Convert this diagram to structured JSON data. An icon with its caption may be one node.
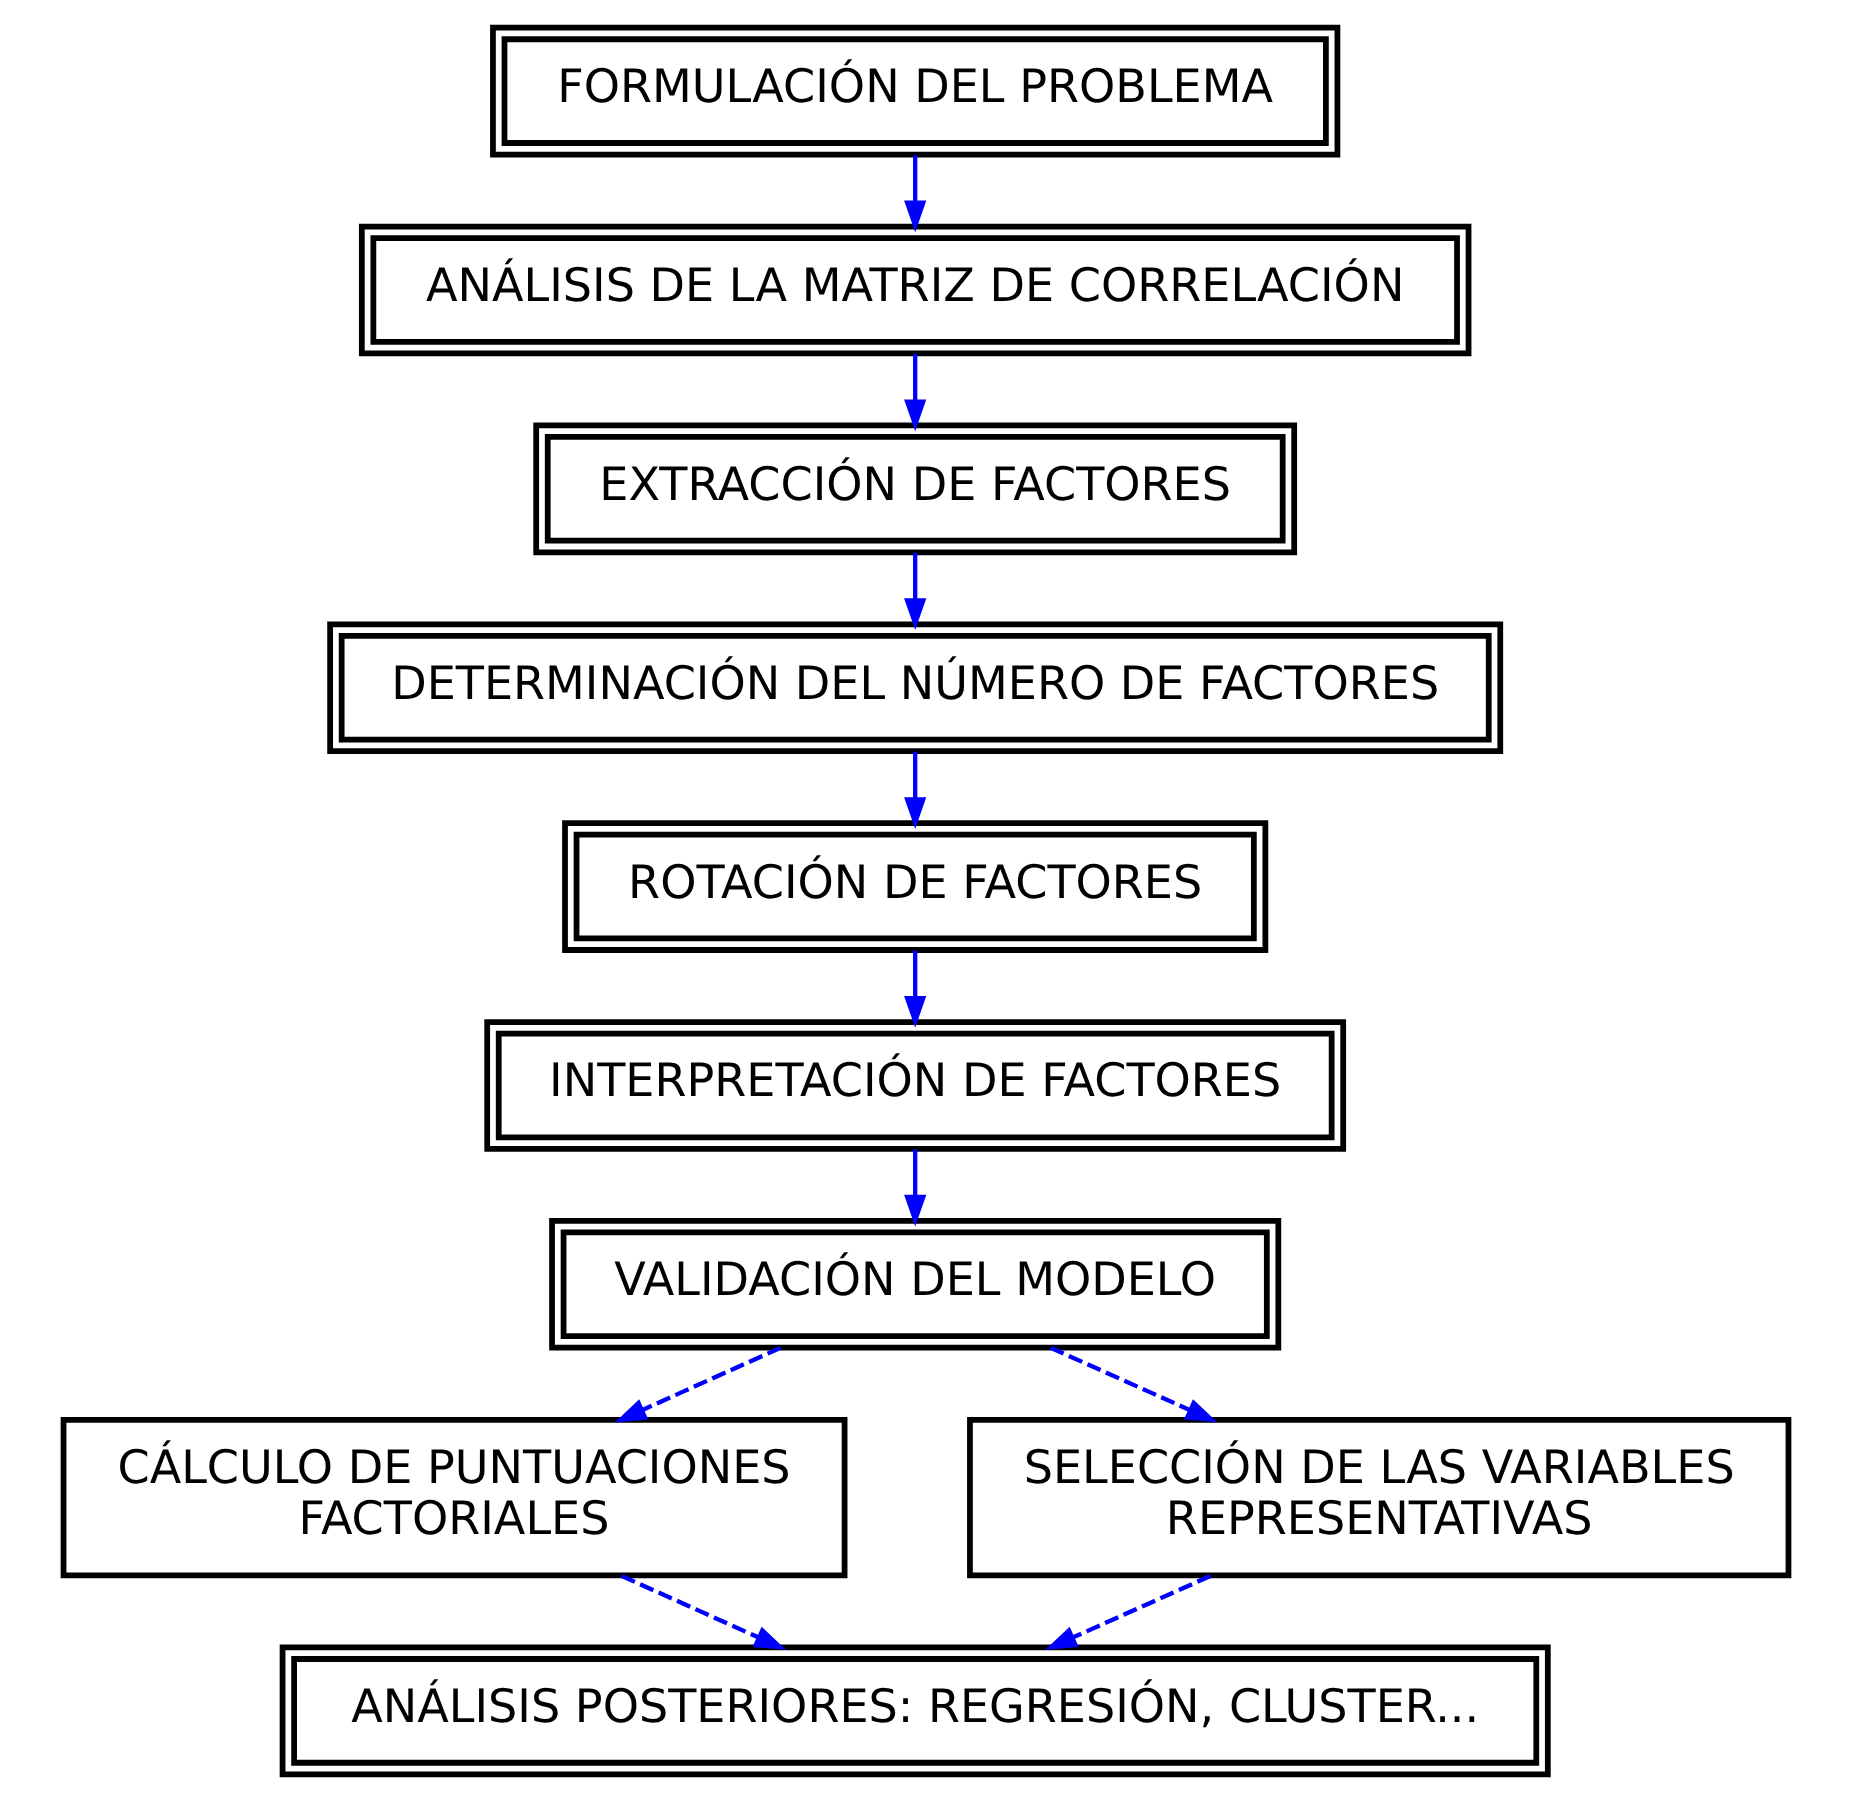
{
  "diagram": {
    "nodes": [
      {
        "text": [
          "FORMULACIÓN DEL PROBLEMA"
        ]
      },
      {
        "text": [
          "ANÁLISIS DE LA MATRIZ DE CORRELACIÓN"
        ]
      },
      {
        "text": [
          "EXTRACCIÓN DE FACTORES"
        ]
      },
      {
        "text": [
          "DETERMINACIÓN DEL NÚMERO DE FACTORES"
        ]
      },
      {
        "text": [
          "ROTACIÓN DE FACTORES"
        ]
      },
      {
        "text": [
          "INTERPRETACIÓN DE FACTORES"
        ]
      },
      {
        "text": [
          "VALIDACIÓN DEL MODELO"
        ]
      },
      {
        "text": [
          "CÁLCULO DE PUNTUACIONES FACTORIALES"
        ]
      },
      {
        "text": [
          "SELECCIÓN DE LAS VARIABLES REPRESENTATIVAS"
        ]
      },
      {
        "text": [
          "ANÁLISIS POSTERIORES: REGRESIÓN, CLUSTER..."
        ]
      }
    ],
    "edges": [
      {
        "from": 0,
        "to": 1,
        "arrow": "to"
      },
      {
        "from": 1,
        "to": 2,
        "arrow": "to"
      },
      {
        "from": 2,
        "to": 3,
        "arrow": "to"
      },
      {
        "from": 3,
        "to": 4,
        "arrow": "to"
      },
      {
        "from": 4,
        "to": 5,
        "arrow": "to"
      },
      {
        "from": 5,
        "to": 6,
        "arrow": "to"
      },
      {
        "from": 6,
        "to": 7,
        "arrow": "to",
        "style": "dashed"
      },
      {
        "from": 6,
        "to": 8,
        "arrow": "to",
        "style": "dashed"
      },
      {
        "from": 7,
        "to": 9,
        "arrow": "to",
        "style": "dashed"
      },
      {
        "from": 8,
        "to": 9,
        "arrow": "to",
        "style": "dashed"
      }
    ]
  }
}
